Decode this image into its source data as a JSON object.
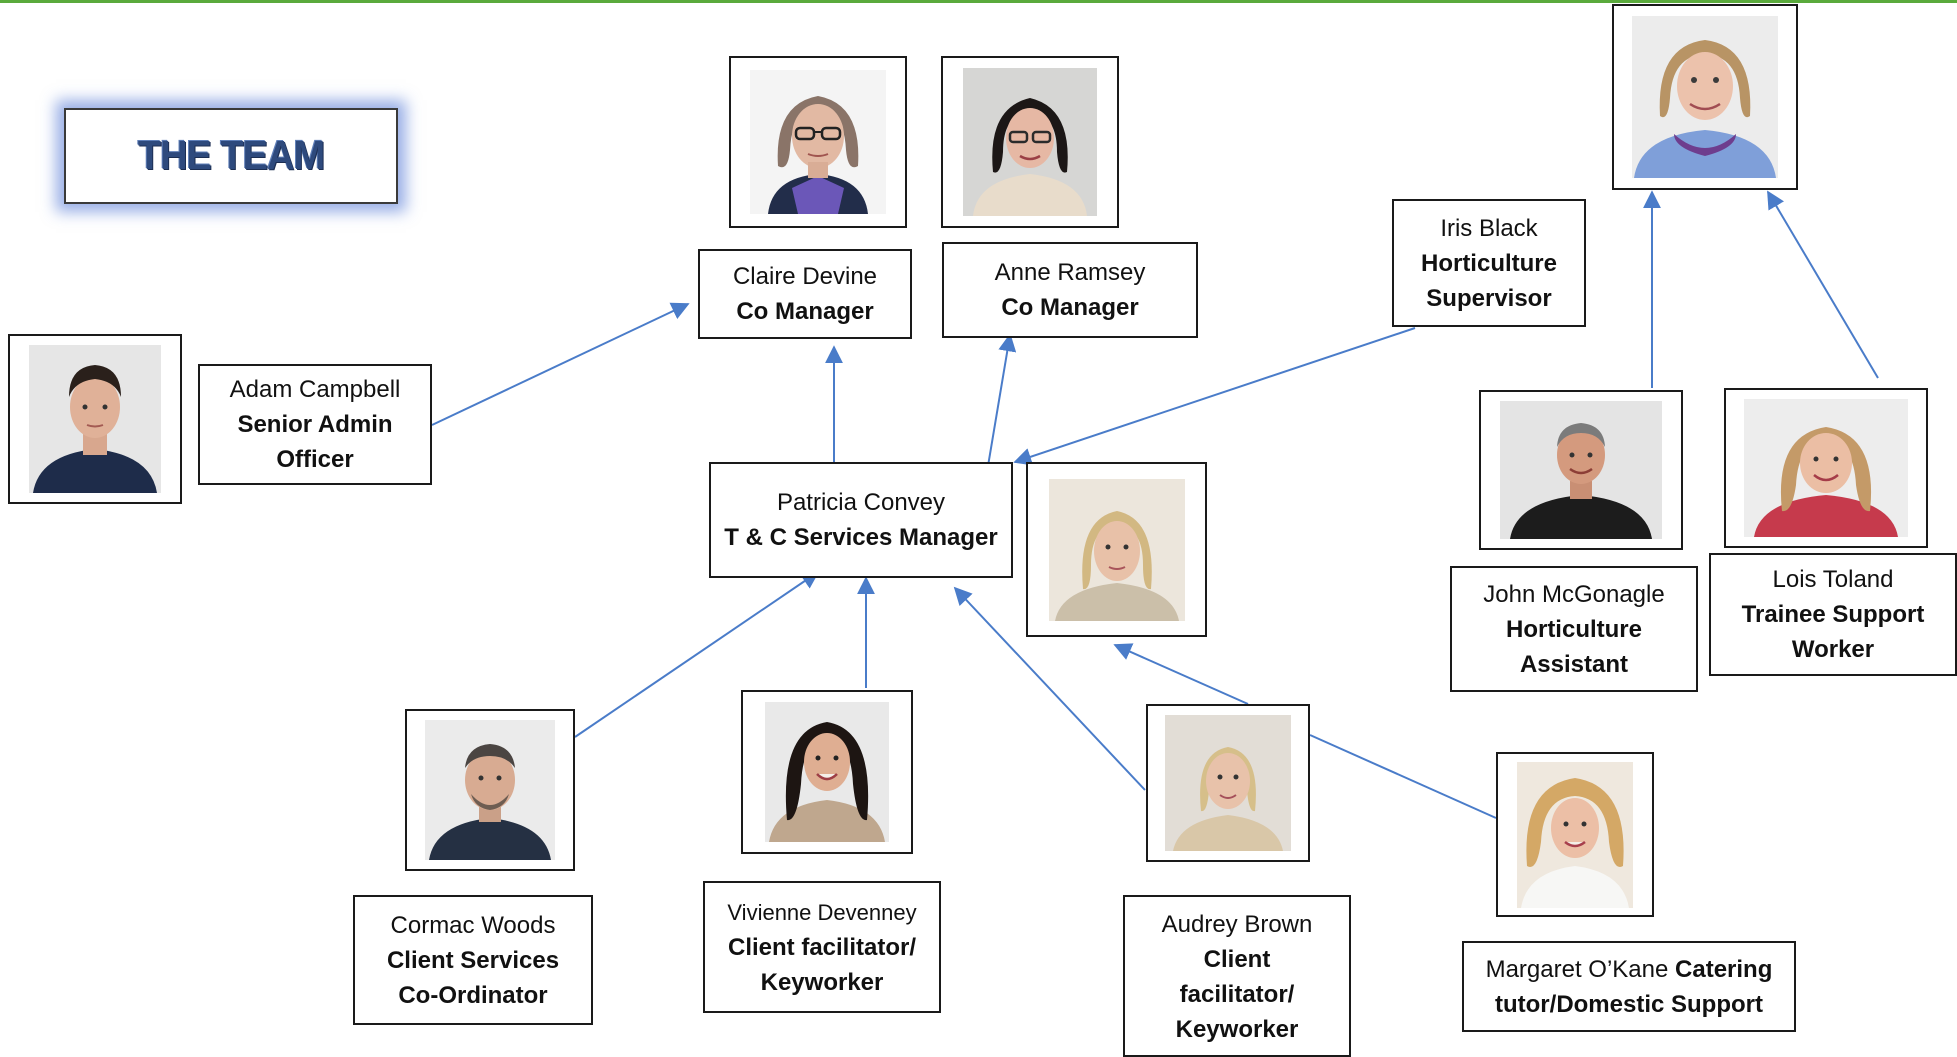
{
  "title": "THE TEAM",
  "colors": {
    "accent_line": "#5aaa3c",
    "connector": "#4a7cc9"
  },
  "people": {
    "claire": {
      "name": "Claire Devine",
      "role": "Co Manager"
    },
    "anne": {
      "name": "Anne Ramsey",
      "role": "Co Manager"
    },
    "iris": {
      "name": "Iris Black",
      "role_line1": "Horticulture",
      "role_line2": "Supervisor"
    },
    "adam": {
      "name": "Adam Campbell",
      "role_line1": "Senior Admin",
      "role_line2": "Officer"
    },
    "patricia": {
      "name": "Patricia Convey",
      "role": "T & C Services Manager"
    },
    "john": {
      "name": "John McGonagle",
      "role_line1": "Horticulture",
      "role_line2": "Assistant"
    },
    "lois": {
      "name": "Lois Toland",
      "role_line1": "Trainee Support",
      "role_line2": "Worker"
    },
    "cormac": {
      "name": "Cormac Woods",
      "role_line1": "Client Services",
      "role_line2": "Co-Ordinator"
    },
    "vivienne": {
      "name": "Vivienne Devenney",
      "role_line1": "Client facilitator/",
      "role_line2": "Keyworker"
    },
    "audrey": {
      "name": "Audrey Brown",
      "role_line1": "Client",
      "role_line2": "facilitator/",
      "role_line3": "Keyworker"
    },
    "margaret": {
      "name": "Margaret O’Kane",
      "role_inline": "Catering",
      "role_line2": "tutor/Domestic Support"
    }
  }
}
